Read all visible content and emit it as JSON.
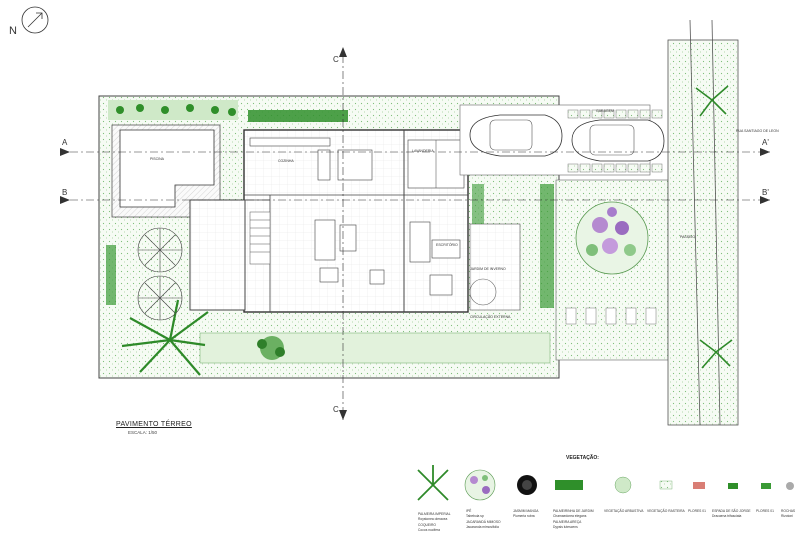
{
  "plan": {
    "title": "PAVIMENTO TÉRREO",
    "scale": "ESCALA: 1/50",
    "north": "N",
    "cuts": {
      "a": "A",
      "a2": "A'",
      "b": "B",
      "b2": "B'",
      "c": "C"
    },
    "rooms": {
      "cozinha": "COZINHA",
      "lavanderia": "LAVANDERIA",
      "escritorio": "ESCRITÓRIO",
      "circulacao": "CIRCULAÇÃO EXTERNA",
      "jardim": "JARDIM DE INVERNO",
      "garagem": "GARAGEM",
      "piscina": "PISCINA",
      "passeio": "PASSEIO",
      "rua": "RUA SANTIAGO DE LEON"
    },
    "vegetation": {
      "title": "VEGETAÇÃO:",
      "items": [
        {
          "name": "PALMEIRA IMPERIAL",
          "sci": "Roystonea oleracea",
          "name2": "COQUEIRO",
          "sci2": "Cocos nucifera"
        },
        {
          "name": "IPÊ",
          "sci": "Tabebuia sp",
          "name2": "JACARANDÁ MIMOSO",
          "sci2": "Jacaranda mimosifolia"
        },
        {
          "name": "JASMIM MANGA",
          "sci": "Plumeria rubra"
        },
        {
          "name": "PALMEIRINHA DE JARDIM",
          "sci": "Chamaedorea elegans",
          "name2": "PALMEIRA AREÇA",
          "sci2": "Dypsis lutescens"
        },
        {
          "name": "VEGETAÇÃO ARBUSTIVA"
        },
        {
          "name": "VEGETAÇÃO RASTEIRA"
        },
        {
          "name": "PLORES 01"
        },
        {
          "name": "ESPADA DE SÃO JORGE",
          "sci": "Dracaena trifasciata"
        },
        {
          "name": "PLORES 01"
        },
        {
          "name": "ROCHAS",
          "sci": "Rizotoni"
        }
      ]
    }
  }
}
